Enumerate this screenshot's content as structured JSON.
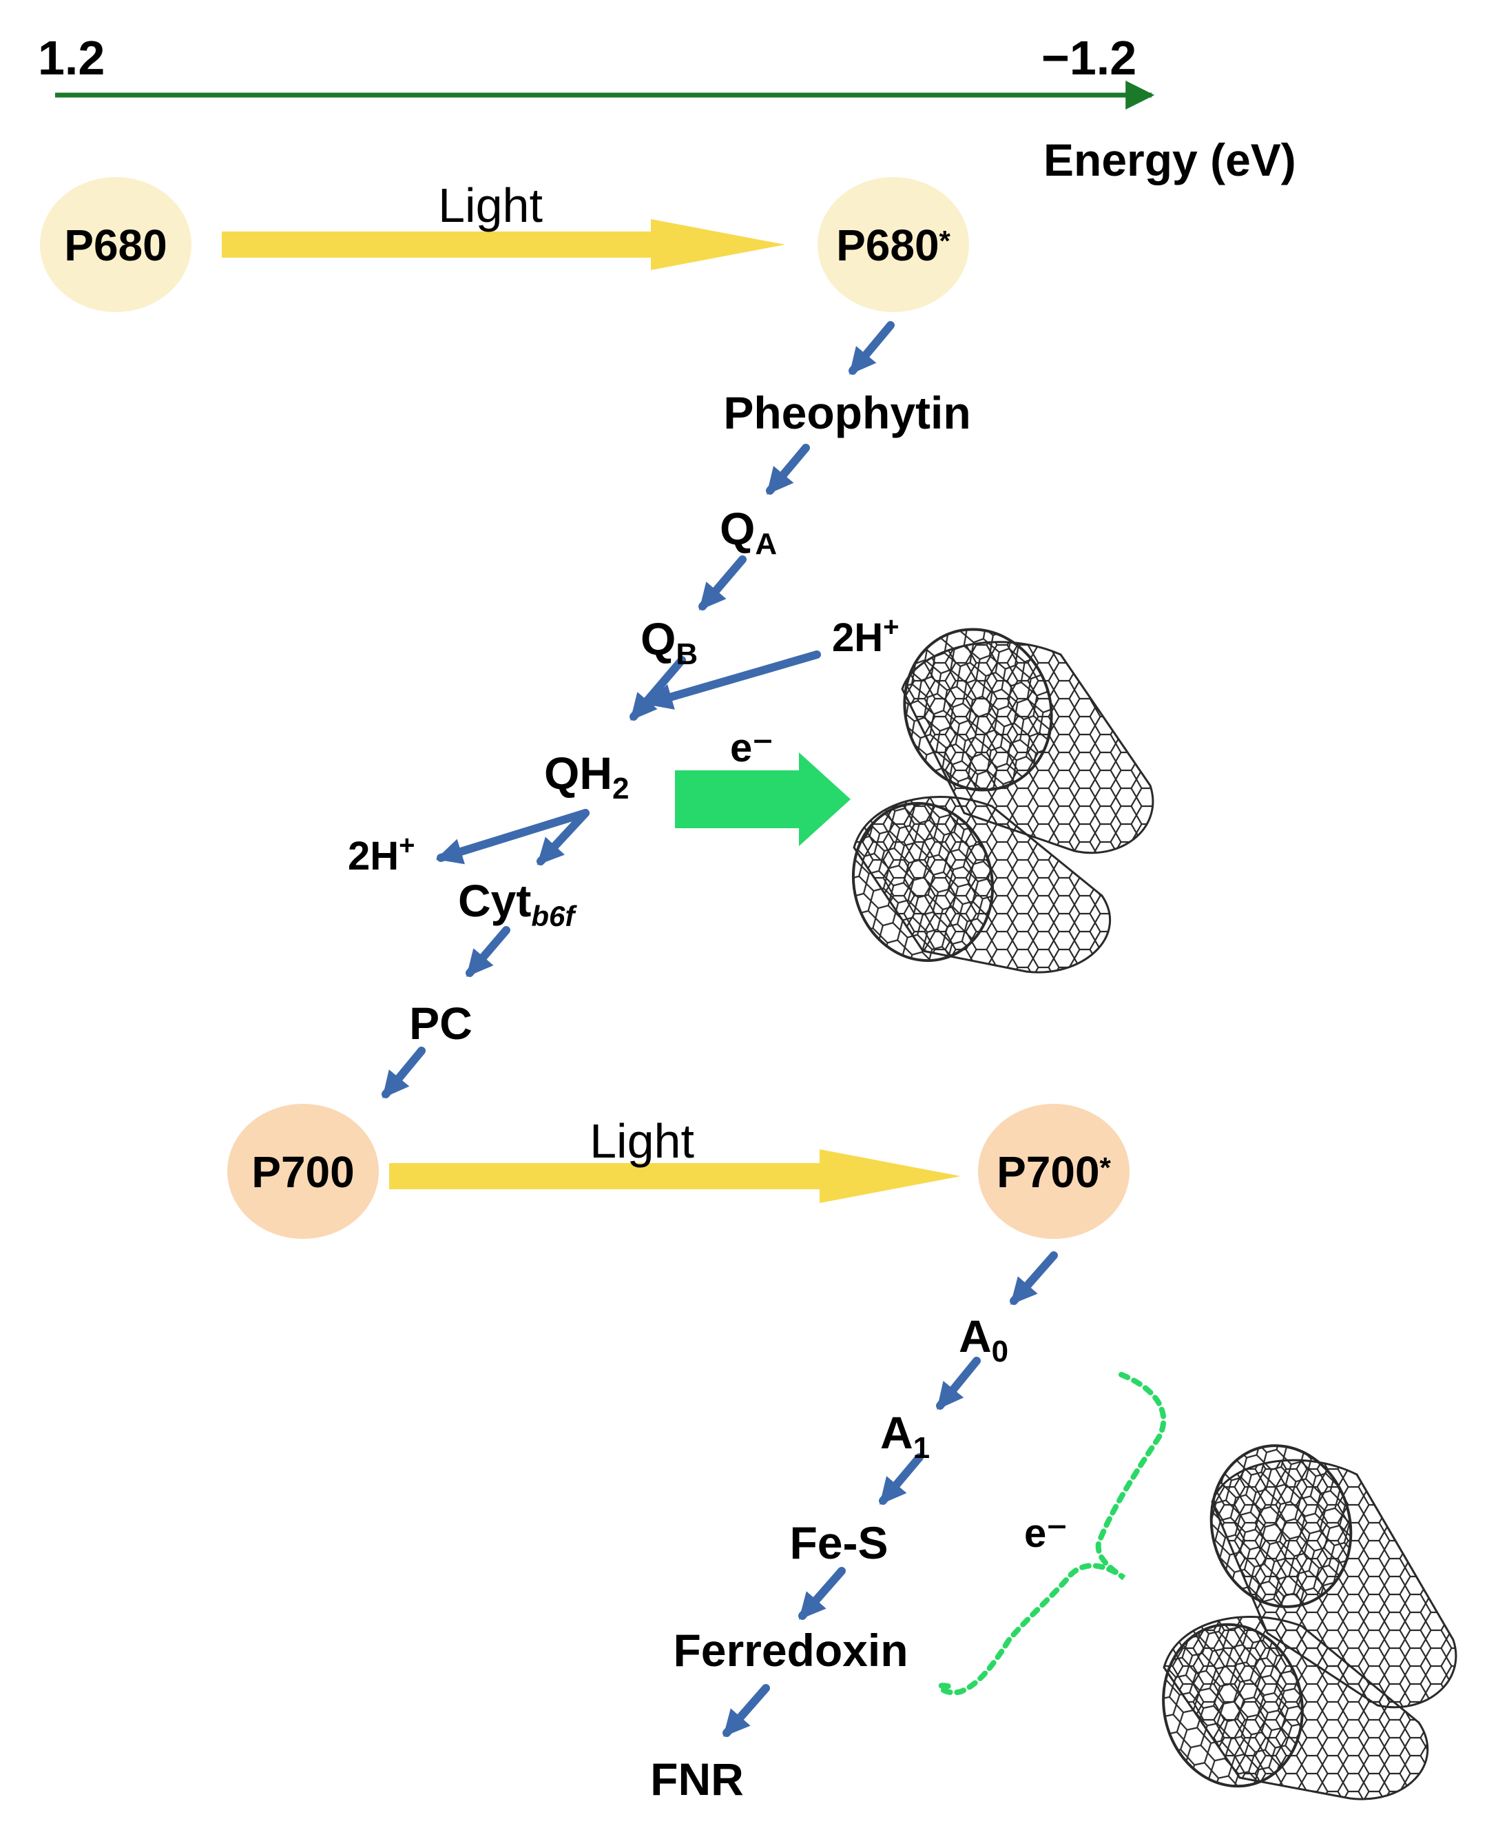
{
  "energy_axis": {
    "left_value": "1.2",
    "right_value": "−1.2",
    "label": "Energy (eV)",
    "color": "#1a7a2a"
  },
  "colors": {
    "light_arrow": "#f7d94c",
    "electron_arrow": "#3d6aad",
    "transfer_arrow": "#27d86a",
    "dotted_path": "#2bd866",
    "ps2_node": "#fbf0cc",
    "ps1_node": "#fad8b4",
    "nanotube": "#2a2a2a"
  },
  "photosystem_ii": {
    "ground": "P680",
    "excited": {
      "main": "P680",
      "star": "*"
    },
    "light_label": "Light"
  },
  "photosystem_i": {
    "ground": "P700",
    "excited": {
      "main": "P700",
      "star": "*"
    },
    "light_label": "Light"
  },
  "carriers": {
    "pheophytin": "Pheophytin",
    "qa": {
      "main": "Q",
      "sub": "A"
    },
    "qb": {
      "main": "Q",
      "sub": "B"
    },
    "qh2": {
      "main": "QH",
      "sub": "2"
    },
    "proton_in": {
      "main": "2H",
      "sup": "+"
    },
    "proton_out": {
      "main": "2H",
      "sup": "+"
    },
    "cyt": {
      "main": "Cyt",
      "sub": "b6f"
    },
    "pc": "PC",
    "a0": {
      "main": "A",
      "sub": "0"
    },
    "a1": {
      "main": "A",
      "sub": "1"
    },
    "fes": "Fe-S",
    "ferredoxin": "Ferredoxin",
    "fnr": "FNR"
  },
  "transfer_labels": {
    "upper": "e⁻",
    "lower": "e⁻"
  },
  "icons": {
    "upper_nanotube": "carbon-nanotube-bundle-icon",
    "lower_nanotube": "carbon-nanotube-bundle-icon"
  }
}
